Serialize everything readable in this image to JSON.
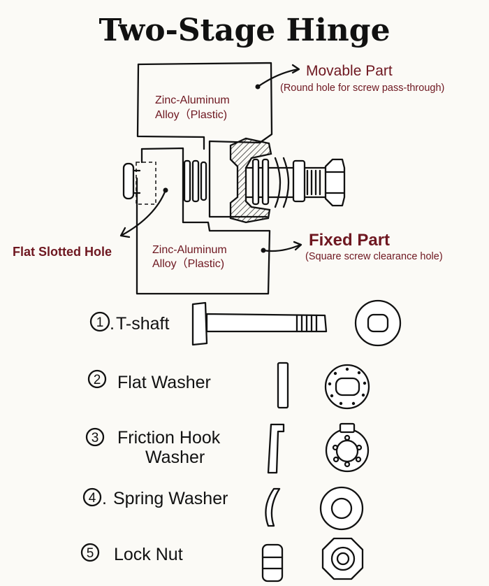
{
  "title": "Two-Stage Hinge",
  "labels": {
    "movable_part": "Movable Part",
    "movable_note": "(Round hole for screw pass-through)",
    "fixed_part": "Fixed Part",
    "fixed_note": "(Square screw clearance hole)",
    "flat_slotted_hole": "Flat Slotted Hole",
    "material_top_1": "Zinc-Aluminum",
    "material_top_2": "Alloy（Plastic)",
    "material_bottom_1": "Zinc-Aluminum",
    "material_bottom_2": "Alloy（Plastic)"
  },
  "parts": [
    {
      "num": "1",
      "name": "T-shaft",
      "prefix": "."
    },
    {
      "num": "2",
      "name": "Flat Washer",
      "prefix": ""
    },
    {
      "num": "3",
      "name": "Friction Hook",
      "name2": "Washer",
      "prefix": ""
    },
    {
      "num": "4",
      "name": "Spring Washer",
      "prefix": "."
    },
    {
      "num": "5",
      "name": "Lock Nut",
      "prefix": ""
    }
  ]
}
